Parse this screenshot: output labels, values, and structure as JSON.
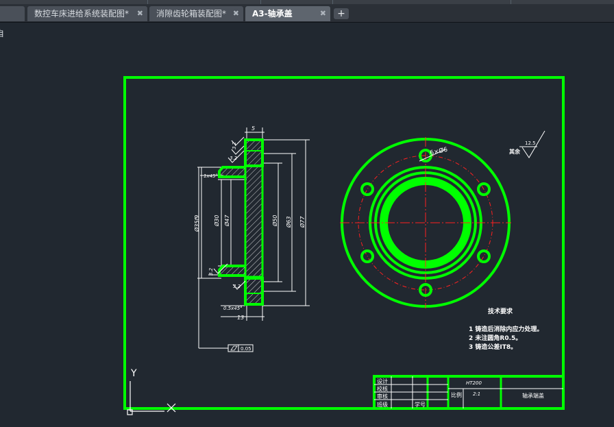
{
  "app": {
    "tabs": [
      {
        "label": "数控车床进给系统装配图*",
        "active": false
      },
      {
        "label": "消隙齿轮箱装配图*",
        "active": false
      },
      {
        "label": "A3-轴承盖",
        "active": true
      }
    ],
    "close_glyph": "✖",
    "add_tab_glyph": "+",
    "partial_left_label": "自"
  },
  "drawing": {
    "dimensions": {
      "d5": "5",
      "r32a": "3.2",
      "r32b": "3.2",
      "r32c": "3.2",
      "r32d": "3.2",
      "chamfer1": "1x45°",
      "phi35": "Ø35f9",
      "phi30": "Ø30",
      "phi47": "Ø47",
      "phi50": "Ø50",
      "phi63": "Ø63",
      "phi77": "Ø77",
      "chamfer2": "0.5x45°",
      "d13": "13",
      "tolerance_value": "0.05",
      "holes": "6×Ø6",
      "rough_value": "12.5",
      "rough_label": "其余"
    },
    "tech_req": {
      "title": "技术要求",
      "items": [
        "1  铸造后消除内应力处理。",
        "2  未注圆角R0.5。",
        "3  铸造公差IT8。"
      ]
    },
    "title_block": {
      "roles": [
        "设计",
        "校核",
        "审核",
        "班级"
      ],
      "student_no": "学号",
      "material": "HT200",
      "scale_label": "比例",
      "scale_value": "2:1",
      "part_name": "轴承端盖"
    },
    "ucs": {
      "y": "Y"
    },
    "colors": {
      "frame": "#00ff00",
      "center": "#ff2020",
      "text": "#ffffff",
      "hatch": "#ffffff"
    }
  }
}
